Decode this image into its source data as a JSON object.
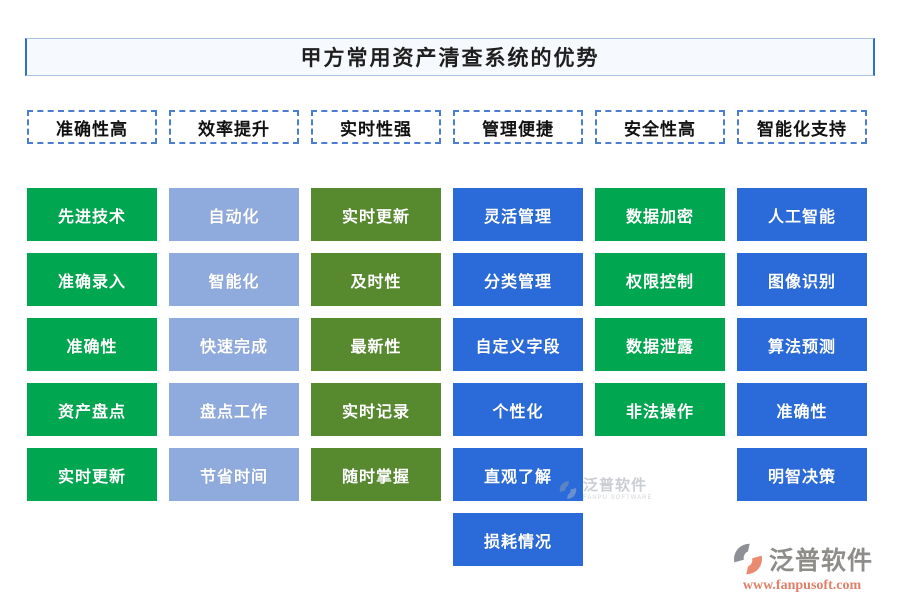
{
  "title": "甲方常用资产清查系统的优势",
  "columns": [
    {
      "header": "准确性高",
      "color": "#00A650",
      "items": [
        "先进技术",
        "准确录入",
        "准确性",
        "资产盘点",
        "实时更新"
      ]
    },
    {
      "header": "效率提升",
      "color": "#8FAADC",
      "items": [
        "自动化",
        "智能化",
        "快速完成",
        "盘点工作",
        "节省时间"
      ]
    },
    {
      "header": "实时性强",
      "color": "#57892E",
      "items": [
        "实时更新",
        "及时性",
        "最新性",
        "实时记录",
        "随时掌握"
      ]
    },
    {
      "header": "管理便捷",
      "color": "#2A6BD9",
      "items": [
        "灵活管理",
        "分类管理",
        "自定义字段",
        "个性化",
        "直观了解",
        "损耗情况"
      ]
    },
    {
      "header": "安全性高",
      "color": "#00A650",
      "items": [
        "数据加密",
        "权限控制",
        "数据泄露",
        "非法操作"
      ]
    },
    {
      "header": "智能化支持",
      "color": "#2A6BD9",
      "items": [
        "人工智能",
        "图像识别",
        "算法预测",
        "准确性",
        "明智决策"
      ]
    }
  ],
  "watermark": {
    "brand": "泛普软件",
    "tagline": "FANPU SOFTWARE"
  },
  "footer": {
    "brand": "泛普软件",
    "website": "www.fanpusoft.com"
  },
  "colors": {
    "green": "#00A650",
    "periwinkle": "#8FAADC",
    "olive": "#57892E",
    "blue": "#2A6BD9",
    "dashed_border": "#4B7ED0",
    "title_border": "#2E6FD0",
    "title_bg": "#F6F9FD",
    "logo_gray": "#8F8D8A",
    "logo_salmon": "#E0806A"
  }
}
